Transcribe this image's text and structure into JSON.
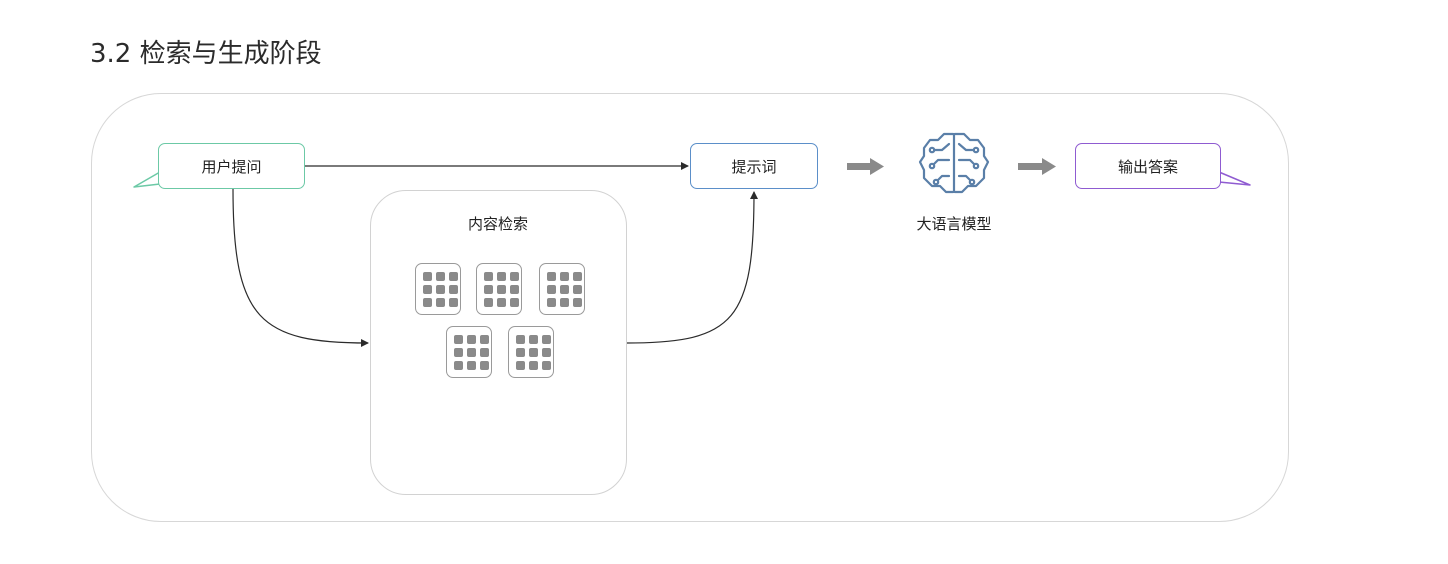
{
  "heading": "3.2 检索与生成阶段",
  "nodes": {
    "user_question": "用户提问",
    "prompt": "提示词",
    "retrieval": "内容检索",
    "llm": "大语言模型",
    "answer": "输出答案"
  },
  "icons": {
    "documents": "document-grid-icon",
    "database": "database-search-icon",
    "llm": "brain-circuit-icon",
    "arrow": "arrow-right-icon"
  },
  "colors": {
    "question_border": "#6cc9a6",
    "prompt_border": "#5b8fc9",
    "answer_border": "#8f5bd1",
    "llm_icon": "#5a7fa8",
    "connector": "#2b2b2b",
    "grey_arrow": "#8a8a8a"
  }
}
